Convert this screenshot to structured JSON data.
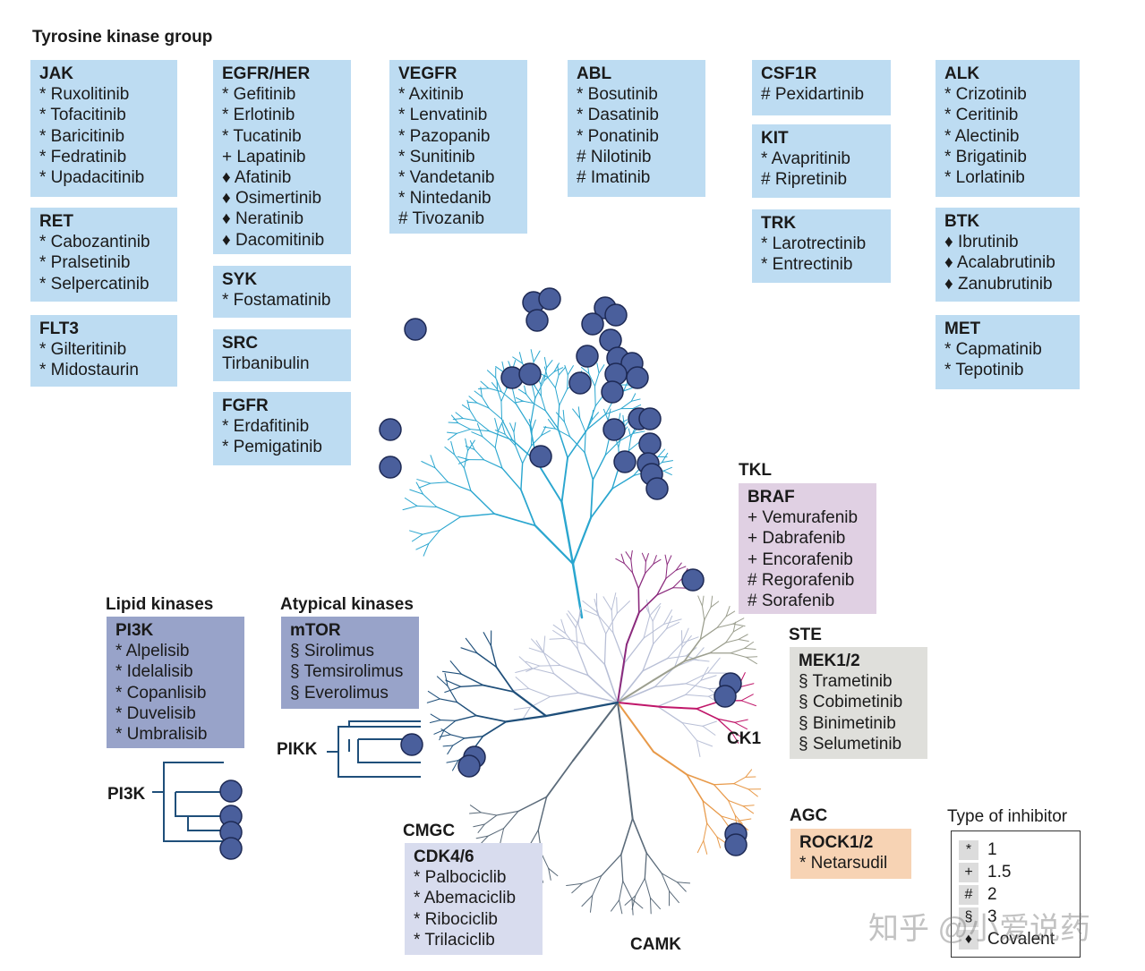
{
  "header": {
    "title": "Tyrosine kinase group"
  },
  "families": {
    "jak": {
      "name": "JAK",
      "drugs": [
        "* Ruxolitinib",
        "* Tofacitinib",
        "* Baricitinib",
        "* Fedratinib",
        "* Upadacitinib"
      ]
    },
    "ret": {
      "name": "RET",
      "drugs": [
        "* Cabozantinib",
        "* Pralsetinib",
        "* Selpercatinib"
      ]
    },
    "flt3": {
      "name": "FLT3",
      "drugs": [
        "* Gilteritinib",
        "* Midostaurin"
      ]
    },
    "egfr": {
      "name": "EGFR/HER",
      "drugs": [
        "* Gefitinib",
        "* Erlotinib",
        "* Tucatinib",
        "+ Lapatinib",
        "♦ Afatinib",
        "♦ Osimertinib",
        "♦ Neratinib",
        "♦ Dacomitinib"
      ]
    },
    "syk": {
      "name": "SYK",
      "drugs": [
        "* Fostamatinib"
      ]
    },
    "src": {
      "name": "SRC",
      "drugs": [
        "Tirbanibulin"
      ]
    },
    "fgfr": {
      "name": "FGFR",
      "drugs": [
        "* Erdafitinib",
        "* Pemigatinib"
      ]
    },
    "vegfr": {
      "name": "VEGFR",
      "drugs": [
        "* Axitinib",
        "* Lenvatinib",
        "* Pazopanib",
        "* Sunitinib",
        "* Vandetanib",
        "* Nintedanib",
        "# Tivozanib"
      ]
    },
    "abl": {
      "name": "ABL",
      "drugs": [
        "* Bosutinib",
        "* Dasatinib",
        "* Ponatinib",
        "# Nilotinib",
        "# Imatinib"
      ]
    },
    "csf1r": {
      "name": "CSF1R",
      "drugs": [
        "# Pexidartinib"
      ]
    },
    "kit": {
      "name": "KIT",
      "drugs": [
        "* Avapritinib",
        "# Ripretinib"
      ]
    },
    "trk": {
      "name": "TRK",
      "drugs": [
        "* Larotrectinib",
        "* Entrectinib"
      ]
    },
    "alk": {
      "name": "ALK",
      "drugs": [
        "* Crizotinib",
        "* Ceritinib",
        "* Alectinib",
        "* Brigatinib",
        "* Lorlatinib"
      ]
    },
    "btk": {
      "name": "BTK",
      "drugs": [
        "♦ Ibrutinib",
        "♦ Acalabrutinib",
        "♦ Zanubrutinib"
      ]
    },
    "met": {
      "name": "MET",
      "drugs": [
        "* Capmatinib",
        "* Tepotinib"
      ]
    },
    "pi3k": {
      "name": "PI3K",
      "drugs": [
        "* Alpelisib",
        "* Idelalisib",
        "* Copanlisib",
        "* Duvelisib",
        "* Umbralisib"
      ]
    },
    "mtor": {
      "name": "mTOR",
      "drugs": [
        "§ Sirolimus",
        "§ Temsirolimus",
        "§ Everolimus"
      ]
    },
    "braf": {
      "name": "BRAF",
      "drugs": [
        "+ Vemurafenib",
        "+ Dabrafenib",
        "+ Encorafenib",
        "# Regorafenib",
        "# Sorafenib"
      ]
    },
    "mek": {
      "name": "MEK1/2",
      "drugs": [
        "§ Trametinib",
        "§ Cobimetinib",
        "§ Binimetinib",
        "§ Selumetinib"
      ]
    },
    "rock": {
      "name": "ROCK1/2",
      "drugs": [
        "* Netarsudil"
      ]
    },
    "cdk": {
      "name": "CDK4/6",
      "drugs": [
        "* Palbociclib",
        "* Abemaciclib",
        "* Ribociclib",
        "* Trilaciclib"
      ]
    }
  },
  "groups": {
    "lipid": "Lipid kinases",
    "atypical": "Atypical kinases",
    "tkl": "TKL",
    "ste": "STE",
    "ck1": "CK1",
    "agc": "AGC",
    "cmgc": "CMGC",
    "camk": "CAMK",
    "pikk": "PIKK",
    "pi3k_tree": "PI3K"
  },
  "legend": {
    "title": "Type of inhibitor",
    "items": [
      {
        "sym": "*",
        "label": "1"
      },
      {
        "sym": "+",
        "label": "1.5"
      },
      {
        "sym": "#",
        "label": "2"
      },
      {
        "sym": "§",
        "label": "3"
      },
      {
        "sym": "♦",
        "label": "Covalent"
      }
    ]
  },
  "watermark": "知乎 @小爱说药",
  "colors": {
    "tk_branch": "#2aa6cf",
    "tkl": "#8b2a7d",
    "ste": "#9c9f8f",
    "ck1": "#c0176a",
    "agc": "#e89a4a",
    "camk": "#5b6b7a",
    "cmgc": "#1f4f7a",
    "other": "#b8bfd6",
    "dot": "#4a5f9c",
    "tree": "#1f4f7a"
  }
}
